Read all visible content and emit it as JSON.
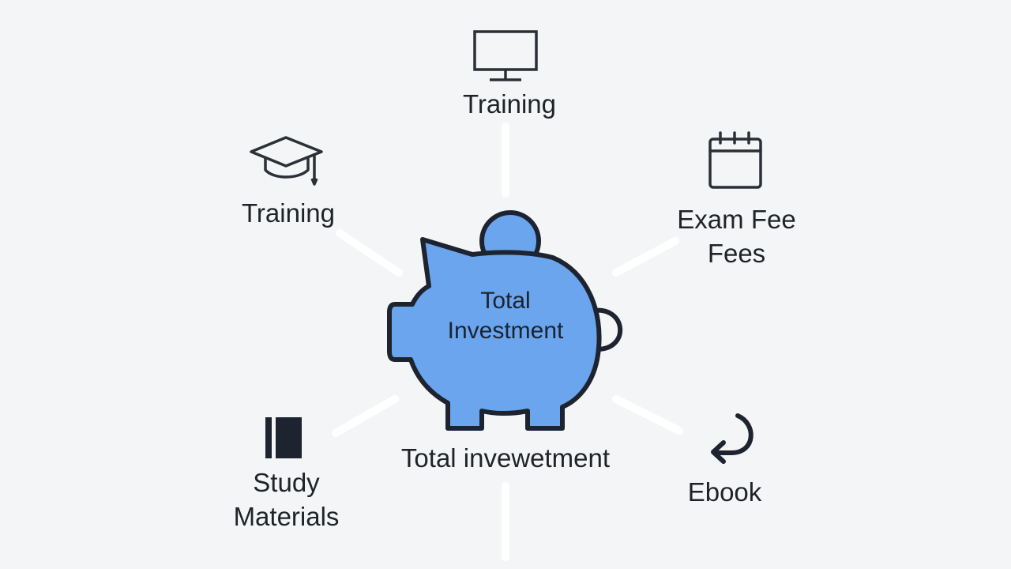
{
  "center": {
    "line1": "Total",
    "line2": "Investment",
    "color": "#6aa5ee",
    "outline": "#1d2430"
  },
  "nodes": {
    "top": {
      "label": "Training",
      "icon": "monitor-icon"
    },
    "left": {
      "label": "Training",
      "icon": "graduation-cap-icon"
    },
    "right": {
      "line1": "Exam Fee",
      "line2": "Fees",
      "icon": "calendar-icon"
    },
    "bottom_left": {
      "line1": "Study",
      "line2": "Materials",
      "icon": "book-icon"
    },
    "bottom_right": {
      "label": "Ebook",
      "icon": "return-arrow-icon"
    },
    "bottom": {
      "label": "Total invewetment"
    }
  },
  "colors": {
    "background": "#f4f5f6",
    "connector": "#ffffff",
    "icon_stroke": "#2b2f36"
  }
}
